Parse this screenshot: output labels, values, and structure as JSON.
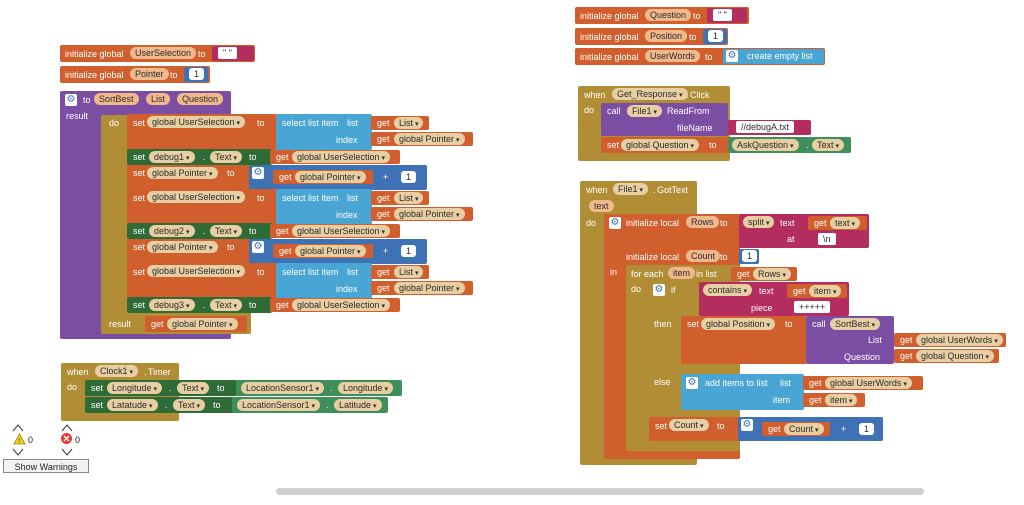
{
  "kw": {
    "initialize_global": "initialize global",
    "initialize_local": "initialize local",
    "to": "to",
    "set": "set",
    "get": "get",
    "call": "call",
    "when": "when",
    "do": "do",
    "result": "result",
    "in": "in",
    "if": "if",
    "then": "then",
    "else": "else",
    "for_each": "for each",
    "in_list": "in list",
    "plus": "+",
    "dot": "."
  },
  "left": {
    "init_userselection": {
      "name": "UserSelection",
      "value": "\" \""
    },
    "init_pointer": {
      "name": "Pointer",
      "value": "1"
    },
    "proc": {
      "name": "SortBest",
      "params": [
        "List",
        "Question"
      ],
      "rows": [
        {
          "type": "set_select",
          "var": "global UserSelection",
          "list": "List",
          "index": "global Pointer"
        },
        {
          "type": "set_comp",
          "comp": "debug1",
          "prop": "Text",
          "get": "global UserSelection"
        },
        {
          "type": "set_add",
          "var": "global Pointer",
          "get": "global Pointer",
          "num": "1"
        },
        {
          "type": "set_select",
          "var": "global UserSelection",
          "list": "List",
          "index": "global Pointer"
        },
        {
          "type": "set_comp",
          "comp": "debug2",
          "prop": "Text",
          "get": "global UserSelection"
        },
        {
          "type": "set_add",
          "var": "global Pointer",
          "get": "global Pointer",
          "num": "1"
        },
        {
          "type": "set_select",
          "var": "global UserSelection",
          "list": "List",
          "index": "global Pointer"
        },
        {
          "type": "set_comp",
          "comp": "debug3",
          "prop": "Text",
          "get": "global UserSelection"
        }
      ],
      "result_get": "global Pointer",
      "select_list_item": "select list item",
      "list_label": "list",
      "index_label": "index"
    },
    "clock": {
      "component": "Clock1",
      "event": "Timer",
      "rows": [
        {
          "comp": "Longitude",
          "prop": "Text",
          "src": "LocationSensor1",
          "srcprop": "Longitude"
        },
        {
          "comp": "Latatude",
          "prop": "Text",
          "src": "LocationSensor1",
          "srcprop": "Latitude"
        }
      ]
    }
  },
  "right": {
    "init_question": {
      "name": "Question",
      "value": "\" \""
    },
    "init_position": {
      "name": "Position",
      "value": "1"
    },
    "init_userwords": {
      "name": "UserWords",
      "value": "create empty list"
    },
    "get_response": {
      "component": "Get_Response",
      "event": "Click",
      "call_component": "File1",
      "call_method": "ReadFrom",
      "file_label": "fileName",
      "file_value": "//debugA.txt",
      "set_var": "global Question",
      "set_comp": "AskQuestion",
      "set_prop": "Text"
    },
    "gottext": {
      "component": "File1",
      "event": "GotText",
      "param": "text",
      "rows_var": "Rows",
      "split_label": "split",
      "text_label": "text",
      "get_text": "text",
      "at_label": "at",
      "at_value": "\\n",
      "count_var": "Count",
      "count_value": "1",
      "item_var": "item",
      "get_rows": "Rows",
      "contains_label": "contains",
      "piece_label": "piece",
      "piece_value": "+++++",
      "get_item": "item",
      "set_position": "global Position",
      "call_proc": "SortBest",
      "list_label": "List",
      "list_get": "global UserWords",
      "question_label": "Question",
      "question_get": "global Question",
      "add_items": "add items to list",
      "list_lbl": "list",
      "item_lbl": "item",
      "userwords_get": "global UserWords",
      "set_count": "Count",
      "get_count": "Count",
      "count_plus": "1"
    }
  },
  "warnings": {
    "warning_count": "0",
    "error_count": "0",
    "button": "Show Warnings"
  },
  "colors": {
    "variable": "#d05f2d",
    "procedure": "#7b4da3",
    "control": "#b18e35",
    "list": "#49a6d4",
    "text": "#b32d5e",
    "math": "#3f71b5",
    "component_set": "#2f6b37",
    "component_get": "#3e8f5c"
  }
}
